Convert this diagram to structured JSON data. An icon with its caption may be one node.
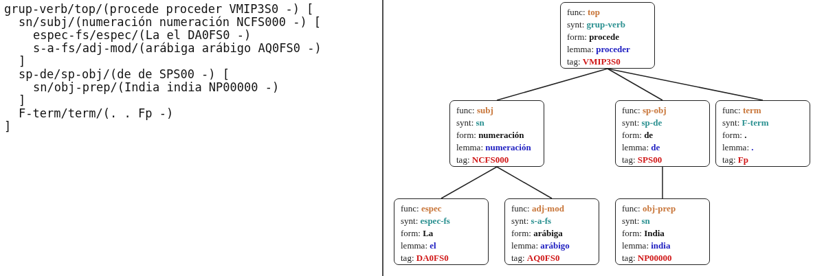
{
  "diagram": {
    "nodes": [
      {
        "text": [
          "func: **top**",
          "synt: **grup-verb**",
          "form: **procede**",
          "lemma: **proceder**",
          "tag: **VMIP3S0**"
        ]
      },
      {
        "text": [
          "func: **subj**",
          "synt: **sn**",
          "form: **numeración**",
          "lemma: **numeración**",
          "tag: **NCFS000**"
        ]
      },
      {
        "text": [
          "func: **sp-obj**",
          "synt: **sp-de**",
          "form: **de**",
          "lemma: **de**",
          "tag: **SPS00**"
        ]
      },
      {
        "text": [
          "func: **term**",
          "synt: **F-term**",
          "form: **.**",
          "lemma: **.**",
          "tag: **Fp**"
        ]
      },
      {
        "text": [
          "func: **espec**",
          "synt: **espec-fs**",
          "form: **La**",
          "lemma: **el**",
          "tag: **DA0FS0**"
        ]
      },
      {
        "text": [
          "func: **adj-mod**",
          "synt: **s-a-fs**",
          "form: **arábiga**",
          "lemma: **arábigo**",
          "tag: **AQ0FS0**"
        ]
      },
      {
        "text": [
          "func: **obj-prep**",
          "synt: **sn**",
          "form: **India**",
          "lemma: **india**",
          "tag: **NP00000**"
        ]
      }
    ],
    "edges": [
      {
        "from": 0,
        "to": 1,
        "arrow": "none"
      },
      {
        "from": 0,
        "to": 2,
        "arrow": "none"
      },
      {
        "from": 0,
        "to": 3,
        "arrow": "none"
      },
      {
        "from": 1,
        "to": 4,
        "arrow": "none"
      },
      {
        "from": 1,
        "to": 5,
        "arrow": "none"
      },
      {
        "from": 2,
        "to": 6,
        "arrow": "none"
      }
    ],
    "labels": [
      "grup-verb/top/(procede proceder VMIP3S0 -) [",
      "sn/subj/(numeración numeración NCFS000 -) [",
      "espec-fs/espec/(La el DA0FS0 -)",
      "s-a-fs/adj-mod/(arábiga arábigo AQ0FS0 -)",
      "]",
      "sp-de/sp-obj/(de de SPS00 -) [",
      "sn/obj-prep/(India india NP00000 -)",
      "]",
      "F-term/term/(. . Fp -)",
      "]"
    ]
  }
}
